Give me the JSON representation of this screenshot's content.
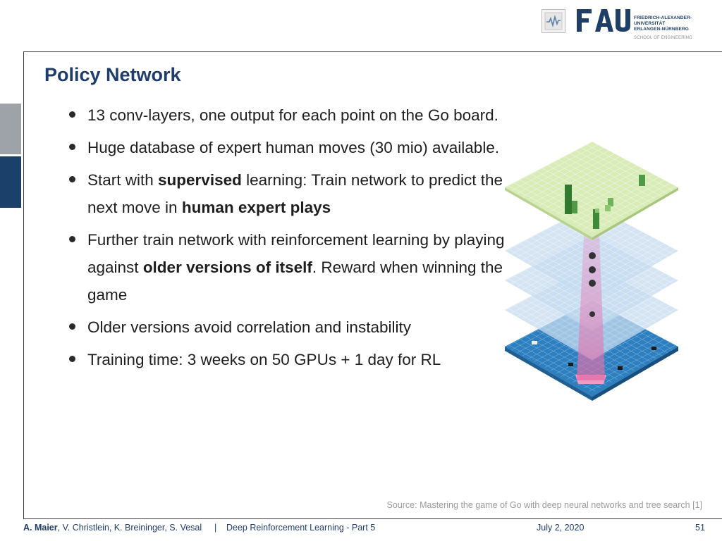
{
  "header": {
    "fau_logo": "FAU",
    "university_lines": [
      "FRIEDRICH-ALEXANDER-",
      "UNIVERSITÄT",
      "ERLANGEN-NÜRNBERG"
    ],
    "school": "SCHOOL OF ENGINEERING"
  },
  "slide": {
    "title": "Policy Network",
    "bullets": [
      {
        "segments": [
          {
            "t": "13 conv-layers, one output for each point on the Go board.",
            "b": false
          }
        ]
      },
      {
        "segments": [
          {
            "t": "Huge database of expert human moves (30 mio) available.",
            "b": false
          }
        ]
      },
      {
        "segments": [
          {
            "t": "Start with ",
            "b": false
          },
          {
            "t": "supervised",
            "b": true
          },
          {
            "t": " learning: Train network to predict the next move in ",
            "b": false
          },
          {
            "t": "human expert plays",
            "b": true
          }
        ]
      },
      {
        "segments": [
          {
            "t": "Further train network with reinforcement learning by playing against ",
            "b": false
          },
          {
            "t": "older versions of itself",
            "b": true
          },
          {
            "t": ". Reward when winning the game",
            "b": false
          }
        ]
      },
      {
        "segments": [
          {
            "t": "Older versions avoid correlation and instability",
            "b": false
          }
        ]
      },
      {
        "segments": [
          {
            "t": "Training time: 3 weeks on 50 GPUs + 1 day for RL",
            "b": false
          }
        ]
      }
    ],
    "source": "Source: Mastering the game of Go with deep neural networks and tree search [1]"
  },
  "colors": {
    "title": "#1f3d6b",
    "output_layer": "#d9ecb8",
    "hidden_layer": "#c6dcf0",
    "input_layer": "#2d7fbf",
    "highlight": "#e76aa0",
    "output_bars": "#3d8a3a"
  },
  "footer": {
    "author_main": "A. Maier",
    "authors_rest": ", V. Christlein, K. Breininger, S. Vesal",
    "separator": "|",
    "course": "Deep Reinforcement Learning - Part 5",
    "date": "July 2, 2020",
    "page": "51"
  }
}
